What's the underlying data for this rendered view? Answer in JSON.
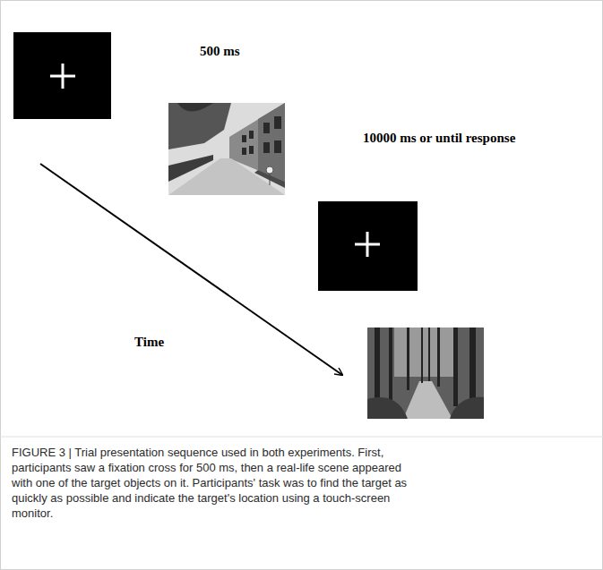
{
  "diagram": {
    "caption": "FIGURE 3 | Trial presentation sequence used in both experiments. First, participants saw a fixation cross for 500 ms, then a real-life scene appeared with one of the target objects on it. Participants' task was to find the target as quickly as possible and indicate the target's location using a touch-screen monitor.",
    "labels": [
      "500 ms",
      "10000 ms or until response",
      "Time"
    ]
  }
}
